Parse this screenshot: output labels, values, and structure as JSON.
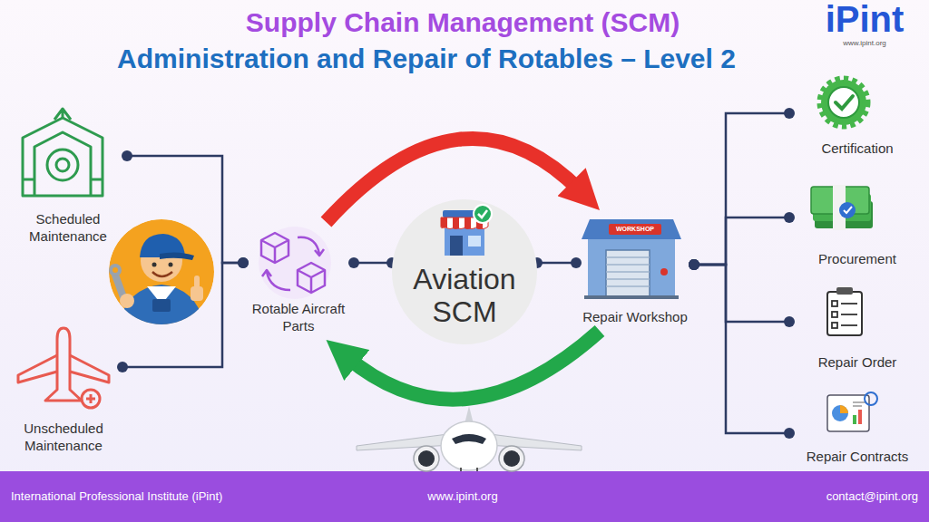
{
  "diagram": {
    "title": "Supply Chain Management (SCM)",
    "nodes": [
      {
        "text": [
          "Scheduled Maintenance"
        ]
      },
      {
        "text": [
          "Unscheduled Maintenance"
        ]
      },
      {
        "text": [
          "Rotable Aircraft Parts"
        ]
      },
      {
        "text": [
          "Aviation SCM"
        ]
      },
      {
        "text": [
          "Repair Workshop"
        ]
      },
      {
        "text": [
          "Certification"
        ]
      },
      {
        "text": [
          "Procurement"
        ]
      },
      {
        "text": [
          "Repair Order"
        ]
      },
      {
        "text": [
          "Repair Contracts"
        ]
      }
    ],
    "edges": [
      {
        "from": 0,
        "to": 2,
        "arrow": "none"
      },
      {
        "from": 1,
        "to": 2,
        "arrow": "none"
      },
      {
        "from": 2,
        "to": 3,
        "arrow": "none"
      },
      {
        "from": 3,
        "to": 4,
        "arrow": "none"
      },
      {
        "from": 4,
        "to": 5,
        "arrow": "none"
      },
      {
        "from": 4,
        "to": 6,
        "arrow": "none"
      },
      {
        "from": 4,
        "to": 7,
        "arrow": "none"
      },
      {
        "from": 4,
        "to": 8,
        "arrow": "none"
      },
      {
        "from": 2,
        "to": 4,
        "arrow": "to"
      },
      {
        "from": 4,
        "to": 2,
        "arrow": "to"
      }
    ],
    "labels": [
      "Administration and Repair of Rotables – Level 2",
      "iPint",
      "www.ipint.org",
      "WORKSHOP",
      "International Professional Institute (iPint)",
      "www.ipint.org",
      "contact@ipint.org"
    ]
  }
}
